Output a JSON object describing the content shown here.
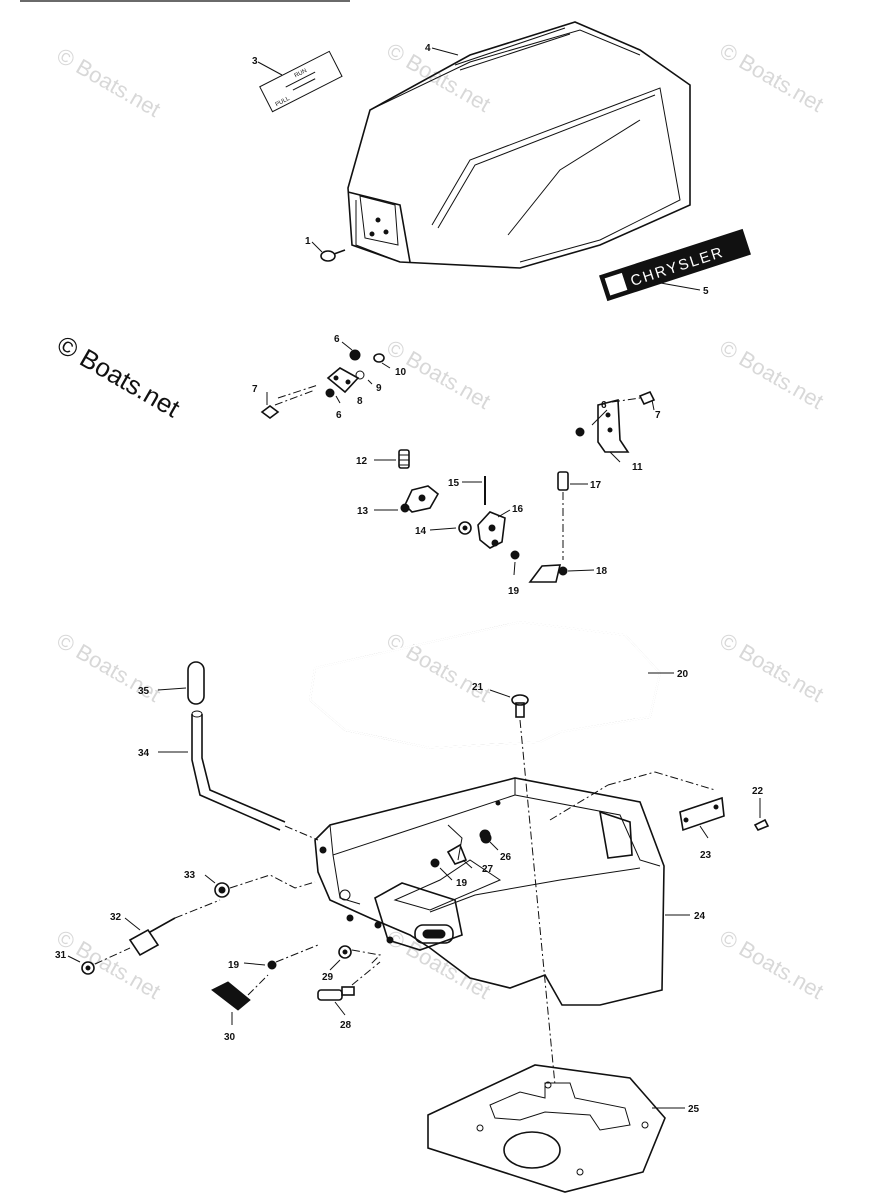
{
  "watermark": {
    "text": "© Boats.net",
    "prominent_text": "© Boats.net"
  },
  "decal_text": "CHRYSLER",
  "choke_decal": {
    "top": "RUN",
    "bottom": "PULL"
  },
  "callouts": {
    "c1": "1",
    "c3": "3",
    "c4": "4",
    "c5": "5",
    "c6a": "6",
    "c6b": "6",
    "c6c": "6",
    "c7a": "7",
    "c7b": "7",
    "c8": "8",
    "c9": "9",
    "c10": "10",
    "c11": "11",
    "c12": "12",
    "c13": "13",
    "c14": "14",
    "c15": "15",
    "c16": "16",
    "c17": "17",
    "c18": "18",
    "c19a": "19",
    "c19b": "19",
    "c19c": "19",
    "c20": "20",
    "c21": "21",
    "c22": "22",
    "c23": "23",
    "c24": "24",
    "c25": "25",
    "c26": "26",
    "c27": "27",
    "c28": "28",
    "c29": "29",
    "c30": "30",
    "c31": "31",
    "c32": "32",
    "c33": "33",
    "c34": "34",
    "c35": "35"
  }
}
